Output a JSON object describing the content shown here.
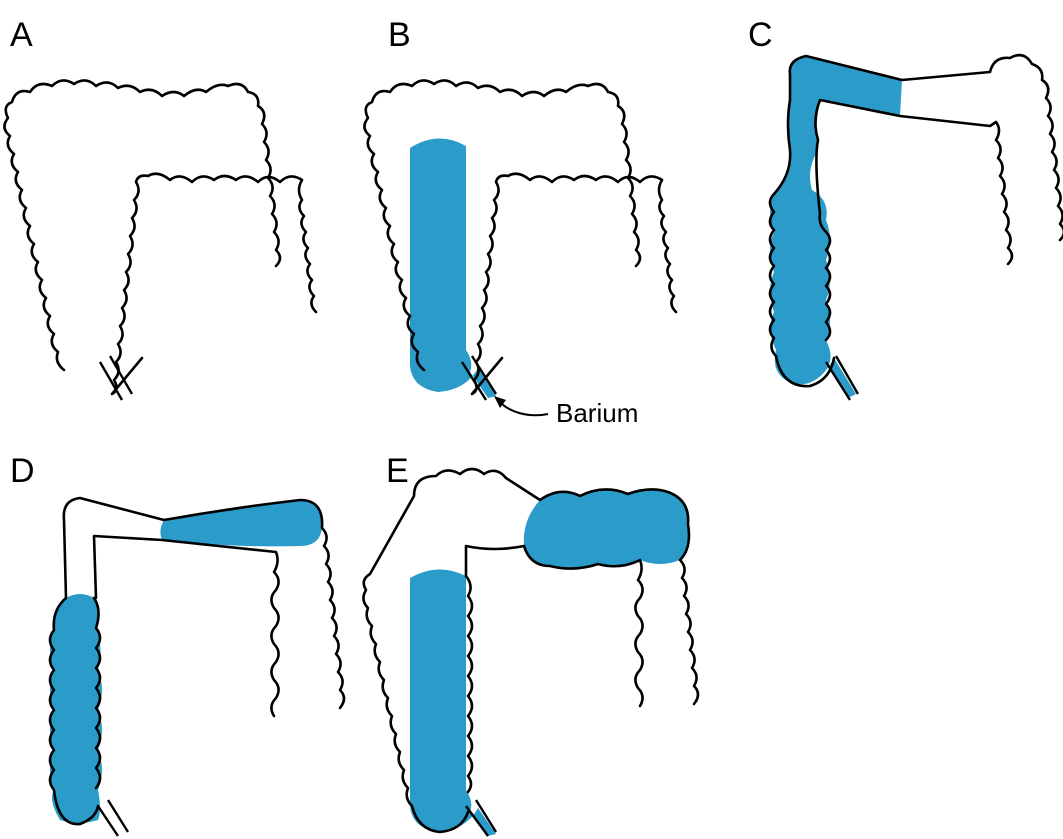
{
  "figure": {
    "panels": [
      {
        "label": "A"
      },
      {
        "label": "B",
        "annotation": "Barium"
      },
      {
        "label": "C"
      },
      {
        "label": "D"
      },
      {
        "label": "E"
      }
    ]
  },
  "colors": {
    "barium": "#2b9cc9",
    "outline": "#000000",
    "background": "#ffffff"
  }
}
